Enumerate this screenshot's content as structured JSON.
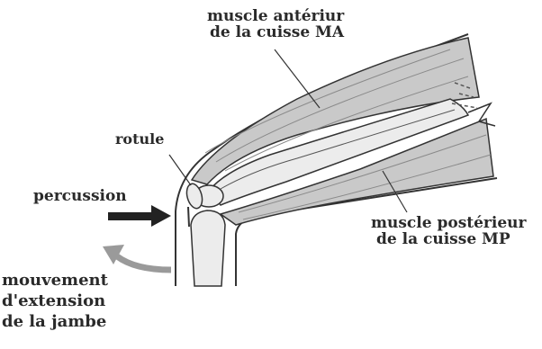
{
  "labels": {
    "muscle_anterior_line1": "muscle antériur",
    "muscle_anterior_line2": "de la cuisse MA",
    "rotule": "rotule",
    "percussion": "percussion",
    "muscle_posterior_line1": "muscle postérieur",
    "muscle_posterior_line2": "de la cuisse MP",
    "extension_line1": "mouvement",
    "extension_line2": "d'extension",
    "extension_line3": "de la jambe"
  },
  "colors": {
    "muscle_fill": "#c9c9c9",
    "bone_fill": "#ececec",
    "outline": "#333333",
    "percussion_arrow": "#222222",
    "extension_arrow": "#9a9a9a"
  }
}
